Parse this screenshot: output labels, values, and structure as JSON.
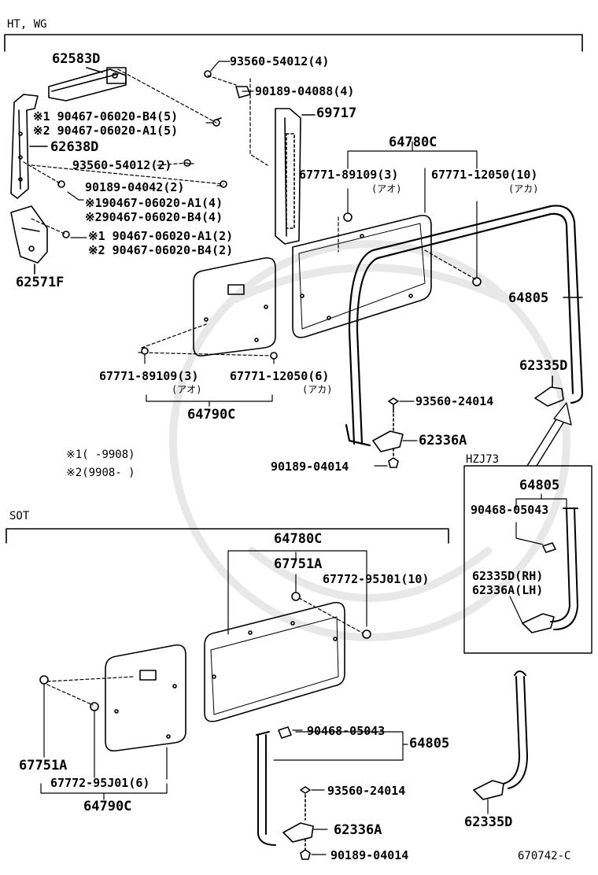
{
  "sections": {
    "top": "HT, WG",
    "bottom": "SOT"
  },
  "variant_box": "HZJ73",
  "footnotes": {
    "n1": "※1(    -9908)",
    "n2": "※2(9908-     )"
  },
  "diagram_code": "670742-C",
  "top_labels": {
    "p62583D": "62583D",
    "p93560_54012_4": "93560-54012(4)",
    "p90189_04088_4": "90189-04088(4)",
    "p69717": "69717",
    "n1_9046706020B4_5": "※1 90467-06020-B4(5)",
    "n2_9046706020A1_5": "※2 90467-06020-A1(5)",
    "p62638D": "62638D",
    "p93560_54012_2": "93560-54012(2)",
    "p90189_04042_2": "90189-04042(2)",
    "n1_9046706020A1_4": "※190467-06020-A1(4)",
    "n2_9046706020B4_4": "※290467-06020-B4(4)",
    "n1_9046706020A1_2": "※1 90467-06020-A1(2)",
    "n2_9046706020B4_2": "※2 90467-06020-B4(2)",
    "p62571F": "62571F",
    "p64780C": "64780C",
    "p67771_89109_3": "67771-89109(3)",
    "kana_ao_1": "(アオ)",
    "p67771_12050_10": "67771-12050(10)",
    "kana_aka_1": "(アカ)",
    "p64805": "64805",
    "p62335D": "62335D",
    "p93560_24014": "93560-24014",
    "p62336A": "62336A",
    "p90189_04014": "90189-04014",
    "p67771_89109_3b": "67771-89109(3)",
    "kana_ao_2": "(アオ)",
    "p67771_12050_6": "67771-12050(6)",
    "kana_aka_2": "(アカ)",
    "p64790C": "64790C"
  },
  "hzj_labels": {
    "p64805": "64805",
    "p90468_05043": "90468-05043",
    "p62335D_RH": "62335D(RH)",
    "p62336A_LH": "62336A(LH)"
  },
  "sot_labels": {
    "p64780C": "64780C",
    "p67751A": "67751A",
    "p67772_95J01_10": "67772-95J01(10)",
    "p67751A_b": "67751A",
    "p67772_95J01_6": "67772-95J01(6)",
    "p64790C": "64790C",
    "p90468_05043": "90468-05043",
    "p64805": "64805",
    "p93560_24014": "93560-24014",
    "p62336A": "62336A",
    "p90189_04014": "90189-04014",
    "p62335D": "62335D"
  }
}
